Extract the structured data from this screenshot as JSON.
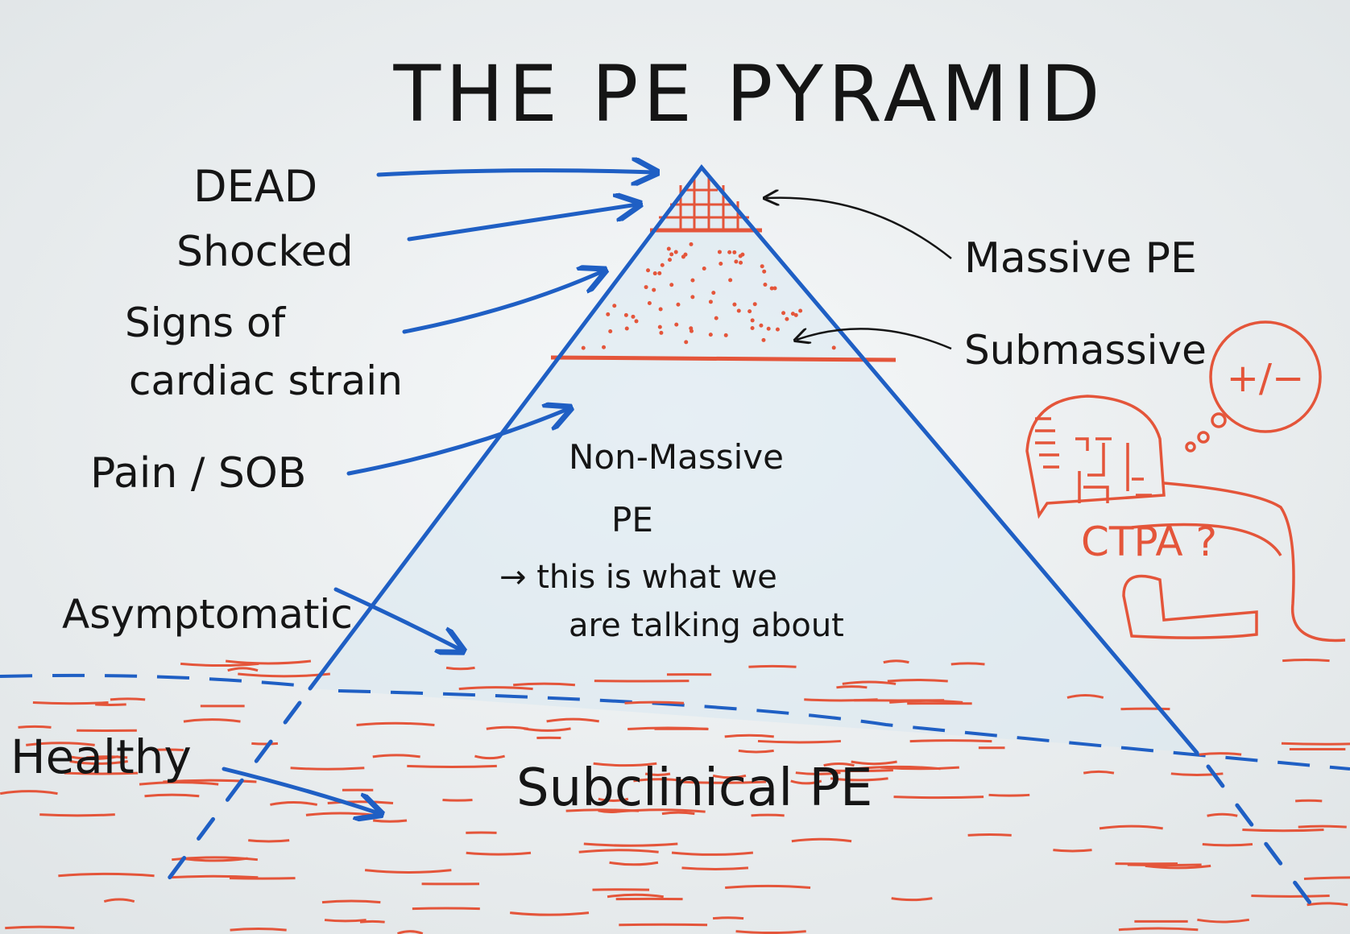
{
  "title": "THE PE PYRAMID",
  "colors": {
    "board": "#eef1f2",
    "blue": "#1f5fc4",
    "red": "#e4553a",
    "black": "#151515"
  },
  "left_labels": {
    "dead": "DEAD",
    "shocked": "Shocked",
    "signs_line1": "Signs of",
    "signs_line2": "cardiac strain",
    "pain": "Pain / SOB",
    "asymptomatic": "Asymptomatic",
    "healthy": "Healthy"
  },
  "right_labels": {
    "massive": "Massive PE",
    "submassive": "Submassive"
  },
  "center": {
    "non_massive_line1": "Non-Massive",
    "non_massive_line2": "PE",
    "note_line1": "→ this is what we",
    "note_line2": "are talking about",
    "subclinical": "Subclinical PE"
  },
  "thought": {
    "bubble": "+/−",
    "question": "CTPA ?"
  }
}
